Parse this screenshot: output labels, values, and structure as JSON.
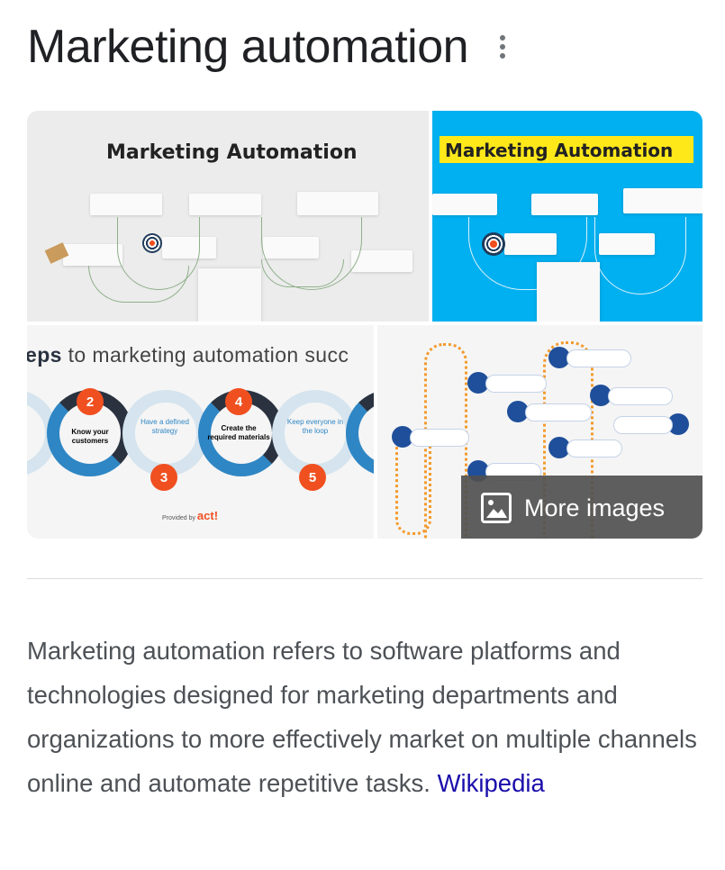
{
  "header": {
    "title": "Marketing automation",
    "menu_icon": "more-vert-icon"
  },
  "images": {
    "tiles": [
      {
        "alt": "Marketing Automation diagram (grey background)",
        "heading": "Marketing Automation"
      },
      {
        "alt": "Marketing Automation diagram (blue background)",
        "heading": "Marketing Automation"
      },
      {
        "alt": "Steps to marketing automation success infographic",
        "heading_bold": "eps",
        "heading_rest": " to marketing automation succ",
        "steps": [
          {
            "num": "2",
            "text": "Know your customers"
          },
          {
            "num": "3",
            "text": "Have a defined strategy"
          },
          {
            "num": "4",
            "text": "Create the required materials"
          },
          {
            "num": "5",
            "text": "Keep everyone in the loop"
          }
        ],
        "provided_by": "Provided by",
        "brand": "act!"
      },
      {
        "alt": "Marketing automation flow roadmap with blue icons"
      }
    ],
    "more_images": {
      "label": "More images",
      "icon": "image-icon"
    }
  },
  "description": {
    "text": "Marketing automation refers to software platforms and technologies designed for marketing departments and organizations to more effectively market on multiple channels online and automate repetitive tasks. ",
    "source_link": "Wikipedia"
  },
  "colors": {
    "title_text": "#202124",
    "body_text": "#4d5156",
    "link": "#1a0dab",
    "divider": "#dadce0",
    "tile2_bg": "#00b0f0",
    "overlay_bg": "#505050"
  }
}
